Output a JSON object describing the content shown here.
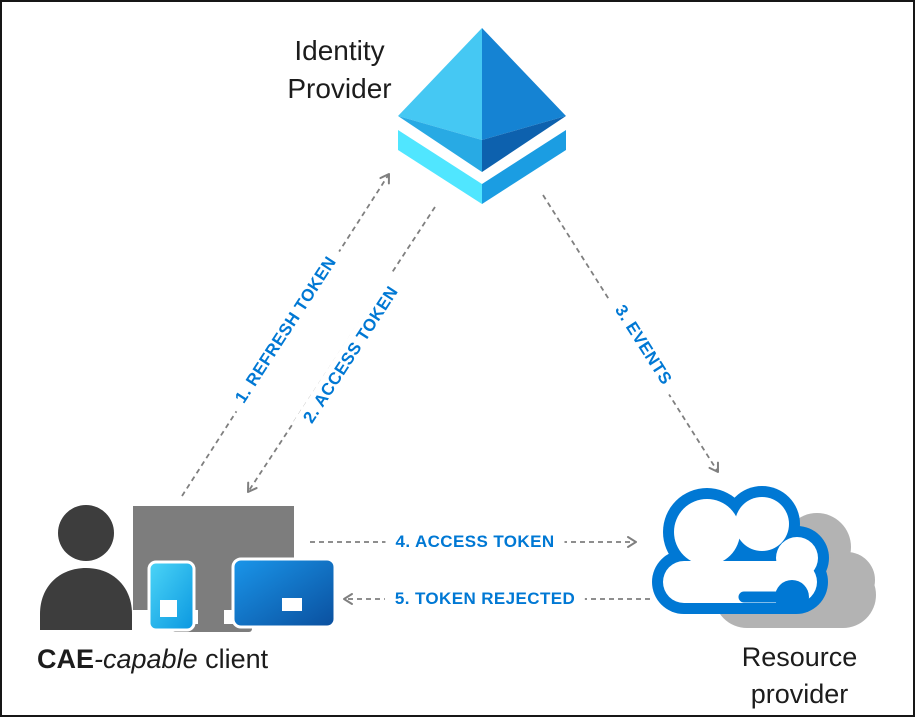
{
  "colors": {
    "flow_label_blue": "#0078d4",
    "arrow_gray": "#7f7f7f",
    "person_gray": "#3d3d3d",
    "monitor_gray": "#7d7d7d",
    "cloud_back_gray": "#b3b3b3",
    "cloud_front_blue": "#0078d4",
    "pyramid_upper_left": "#45c8f3",
    "pyramid_lower_left": "#28aae4",
    "pyramid_upper_right": "#1583d3",
    "pyramid_lower_right": "#0d61ae",
    "pyramid_band_left": "#50e6ff",
    "pyramid_band_right": "#1b9de2"
  },
  "nodes": {
    "identity_provider": {
      "line1": "Identity",
      "line2": "Provider",
      "icon": "azure-ad-pyramid-icon"
    },
    "client": {
      "bold": "CAE",
      "italic": "-capable",
      "regular": " client",
      "icons": [
        "person-icon",
        "monitor-icon",
        "smartphone-icon",
        "laptop-icon"
      ]
    },
    "resource_provider": {
      "line1": "Resource",
      "line2": "provider",
      "icon": "cloud-icon"
    }
  },
  "flows": [
    {
      "label": "1. REFRESH TOKEN",
      "from": "client",
      "to": "identity_provider"
    },
    {
      "label": "2. ACCESS TOKEN",
      "from": "identity_provider",
      "to": "client"
    },
    {
      "label": "3. EVENTS",
      "from": "identity_provider",
      "to": "resource_provider"
    },
    {
      "label": "4. ACCESS TOKEN",
      "from": "client",
      "to": "resource_provider"
    },
    {
      "label": "5. TOKEN REJECTED",
      "from": "resource_provider",
      "to": "client"
    }
  ]
}
